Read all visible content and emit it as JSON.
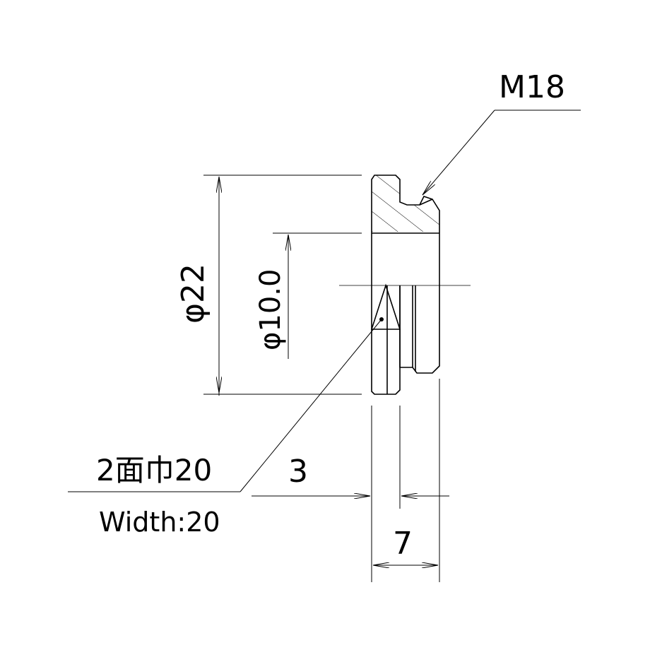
{
  "callouts": {
    "thread": "M18",
    "across_flats_jp": "2面巾20",
    "across_flats_en": "Width:20"
  },
  "dimensions": {
    "outer_diameter": "φ22",
    "bore_diameter": "φ10.0",
    "flange_width": "3",
    "total_length": "7"
  }
}
